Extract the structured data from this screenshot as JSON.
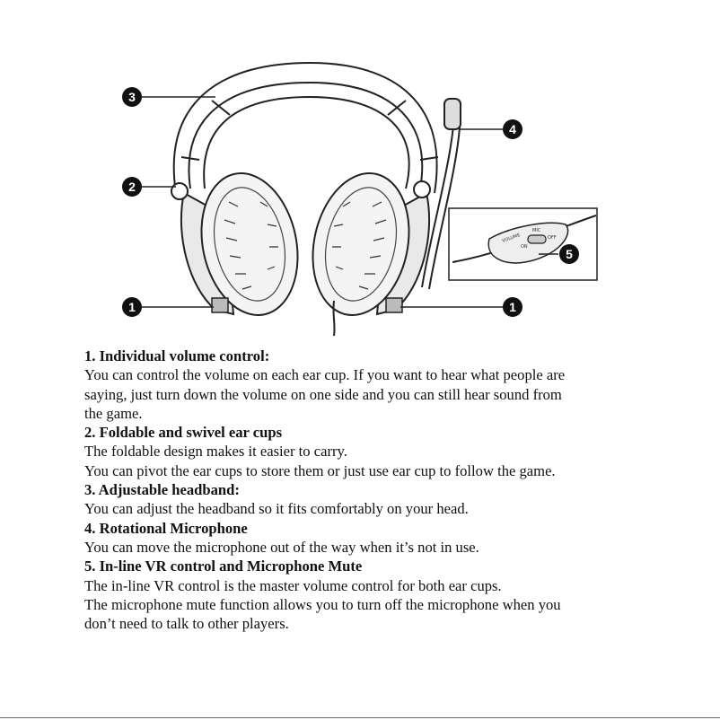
{
  "callouts": [
    "3",
    "2",
    "1",
    "4",
    "5",
    "1"
  ],
  "inset_labels": {
    "volume": "VOLUME",
    "mic": "MIC",
    "on": "ON",
    "off": "OFF"
  },
  "sections": [
    {
      "heading": "1. Individual volume control:",
      "lines": [
        "You can control the volume on each ear cup. If you want to hear what people are",
        "saying, just turn down the volume on one side and you can still hear sound from",
        "the game."
      ]
    },
    {
      "heading": "2. Foldable and swivel ear cups",
      "lines": [
        "The foldable design makes it easier to carry.",
        "You can pivot the ear cups to store them or just use ear cup to follow the game."
      ]
    },
    {
      "heading": "3. Adjustable headband:",
      "lines": [
        "You can adjust the headband so it fits comfortably on your head."
      ]
    },
    {
      "heading": "4. Rotational Microphone",
      "lines": [
        "You can move the microphone out of the way when it’s not in use."
      ]
    },
    {
      "heading": "5. In-line VR control and Microphone Mute",
      "lines": [
        "The in-line VR control is the master volume control for both ear cups.",
        "The microphone mute function allows you to turn off the microphone when you",
        "don’t need to talk to other players."
      ]
    }
  ]
}
